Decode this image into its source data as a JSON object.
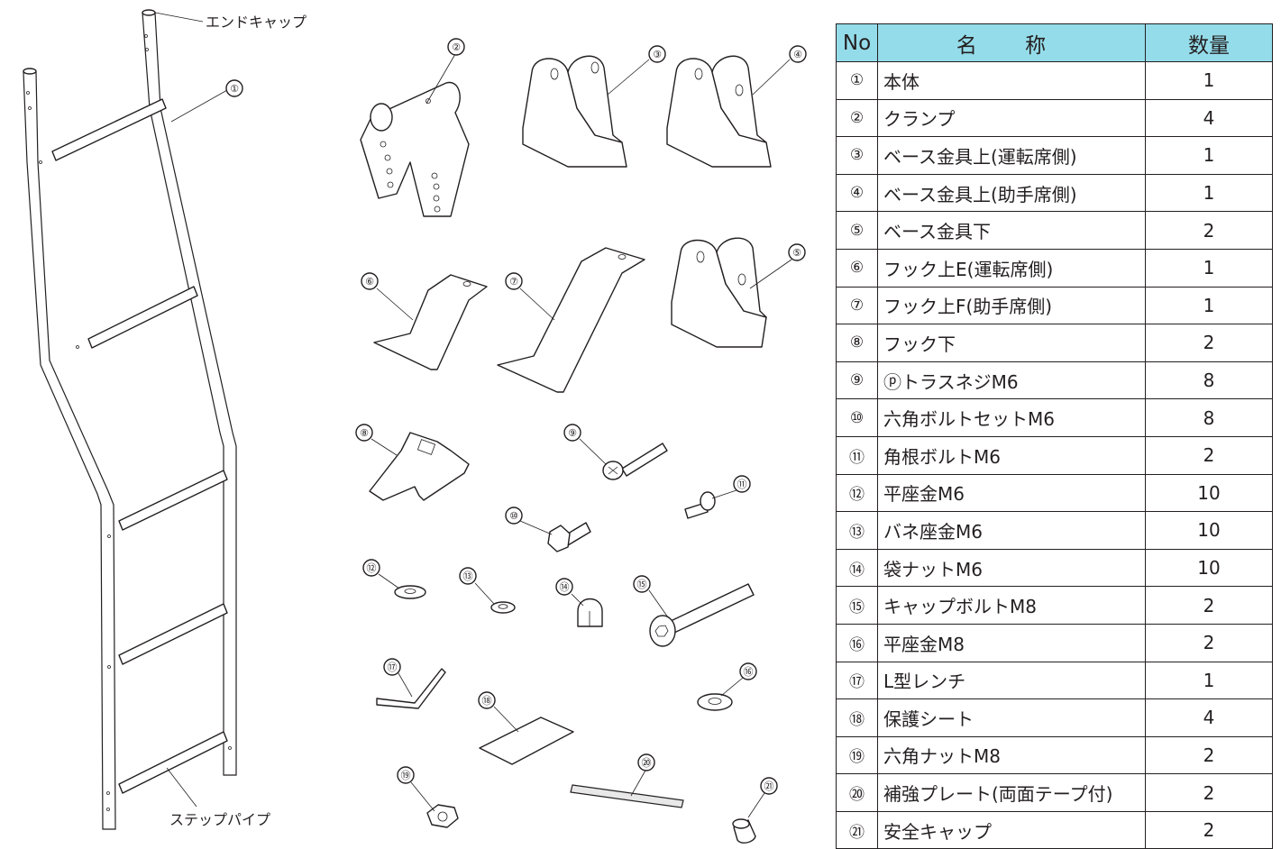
{
  "labels": {
    "end_cap": "エンドキャップ",
    "step_pipe": "ステップパイプ"
  },
  "callouts": [
    "①",
    "②",
    "③",
    "④",
    "⑤",
    "⑥",
    "⑦",
    "⑧",
    "⑨",
    "⑩",
    "⑪",
    "⑫",
    "⑬",
    "⑭",
    "⑮",
    "⑯",
    "⑰",
    "⑱",
    "⑲",
    "⑳",
    "㉑"
  ],
  "table": {
    "headers": {
      "no": "No",
      "name": "名 称",
      "qty": "数量"
    },
    "header_color": "#95dcea",
    "rows": [
      {
        "no": "①",
        "name": "本体",
        "qty": "1"
      },
      {
        "no": "②",
        "name": "クランプ",
        "qty": "4"
      },
      {
        "no": "③",
        "name": "ベース金具上(運転席側)",
        "qty": "1"
      },
      {
        "no": "④",
        "name": "ベース金具上(助手席側)",
        "qty": "1"
      },
      {
        "no": "⑤",
        "name": "ベース金具下",
        "qty": "2"
      },
      {
        "no": "⑥",
        "name": "フック上E(運転席側)",
        "qty": "1"
      },
      {
        "no": "⑦",
        "name": "フック上F(助手席側)",
        "qty": "1"
      },
      {
        "no": "⑧",
        "name": "フック下",
        "qty": "2"
      },
      {
        "no": "⑨",
        "name": "ⓟトラスネジM6",
        "qty": "8"
      },
      {
        "no": "⑩",
        "name": "六角ボルトセットM6",
        "qty": "8"
      },
      {
        "no": "⑪",
        "name": "角根ボルトM6",
        "qty": "2"
      },
      {
        "no": "⑫",
        "name": "平座金M6",
        "qty": "10"
      },
      {
        "no": "⑬",
        "name": "バネ座金M6",
        "qty": "10"
      },
      {
        "no": "⑭",
        "name": "袋ナットM6",
        "qty": "10"
      },
      {
        "no": "⑮",
        "name": "キャップボルトM8",
        "qty": "2"
      },
      {
        "no": "⑯",
        "name": "平座金M8",
        "qty": "2"
      },
      {
        "no": "⑰",
        "name": "L型レンチ",
        "qty": "1"
      },
      {
        "no": "⑱",
        "name": "保護シート",
        "qty": "4"
      },
      {
        "no": "⑲",
        "name": "六角ナットM8",
        "qty": "2"
      },
      {
        "no": "⑳",
        "name": "補強プレート(両面テープ付)",
        "qty": "2"
      },
      {
        "no": "㉑",
        "name": "安全キャップ",
        "qty": "2"
      }
    ]
  }
}
